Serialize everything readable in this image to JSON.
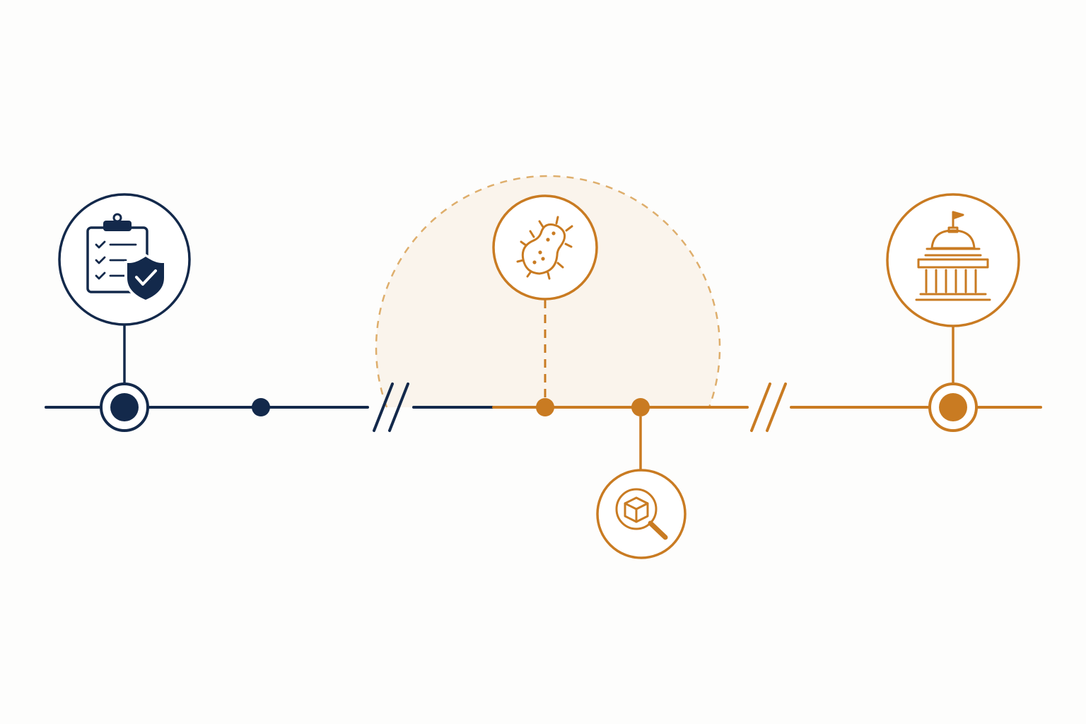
{
  "colors": {
    "navy": "#13294b",
    "amber": "#c97b22",
    "dashed_amber": "#deae6c",
    "highlight_fill": "#faf4ec",
    "background": "#fdfdfc"
  },
  "timeline": {
    "segments": [
      {
        "name": "navy-segment",
        "color": "navy"
      },
      {
        "name": "amber-segment",
        "color": "amber"
      }
    ],
    "breaks": 2,
    "milestones": [
      {
        "name": "compliance-milestone",
        "icon": "clipboard-shield-icon",
        "color": "navy",
        "position": "above",
        "connector": "solid"
      },
      {
        "name": "navy-waypoint",
        "color": "navy"
      },
      {
        "name": "pathogen-milestone",
        "icon": "bacteria-icon",
        "color": "amber",
        "position": "above",
        "connector": "dashed",
        "highlighted": true
      },
      {
        "name": "inspection-milestone",
        "icon": "package-search-icon",
        "color": "amber",
        "position": "below",
        "connector": "solid"
      },
      {
        "name": "government-milestone",
        "icon": "capitol-building-icon",
        "color": "amber",
        "position": "above",
        "connector": "solid"
      }
    ]
  }
}
